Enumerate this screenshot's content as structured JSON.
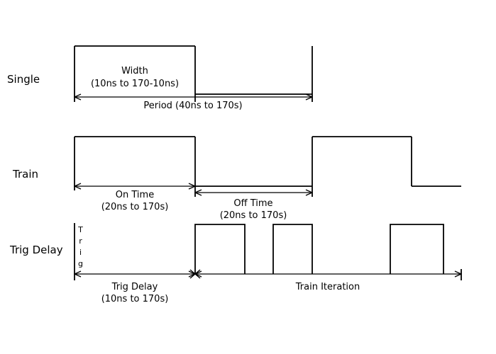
{
  "rows": {
    "single": {
      "label": "Single",
      "width_label": "Width",
      "width_range": "(10ns to 170-10ns)",
      "period_label": "Period (40ns to 170s)"
    },
    "train": {
      "label": "Train",
      "on_time_label": "On Time",
      "on_time_range": "(20ns to 170s)",
      "off_time_label": "Off Time",
      "off_time_range": "(20ns to 170s)"
    },
    "trig_delay": {
      "label": "Trig Delay",
      "trig_marker": "Trig",
      "delay_label": "Trig Delay",
      "delay_range": "(10ns to 170s)",
      "iteration_label": "Train Iteration"
    }
  },
  "colors": {
    "line": "#000000",
    "text": "#000000",
    "background": "#ffffff"
  }
}
